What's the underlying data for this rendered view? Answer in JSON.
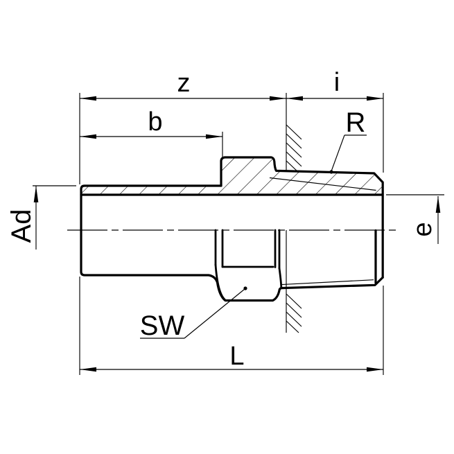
{
  "drawing": {
    "description": "Sectioned side view of a pipe adapter fitting with plain spigot end, hexagon wrench section and taper male thread",
    "labels": {
      "z": "z",
      "i": "i",
      "b": "b",
      "L": "L",
      "Ad": "Ad",
      "e": "e",
      "R": "R",
      "SW": "SW"
    },
    "colors": {
      "line": "#000000",
      "background": "#ffffff"
    }
  }
}
